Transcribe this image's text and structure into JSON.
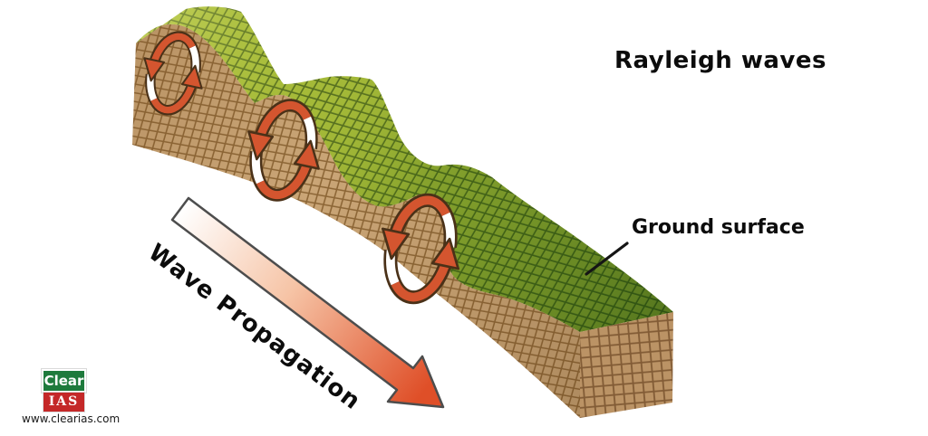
{
  "title": "Rayleigh waves",
  "annotations": {
    "ground_surface_label": "Ground surface",
    "wave_propagation_label": "Wave Propagation"
  },
  "branding": {
    "logo_top": "Clear",
    "logo_bottom": "IAS",
    "website": "www.clearias.com",
    "logo_green": "#1e7a3c",
    "logo_red": "#c42828"
  },
  "diagram": {
    "type": "3d-block-seismic-wave-diagram",
    "wave_crests_visible": 3,
    "particle_motion_markers": 3,
    "particle_motion_direction": "counterclockwise",
    "propagation_direction": "down-right",
    "colors": {
      "ground_top_bright": "#a3b838",
      "ground_top_dark": "#3f6b1e",
      "ground_grid_line": "#50691e",
      "soil_front": "#cda97a",
      "soil_grid_line": "#8e6838",
      "motion_arrow_red": "#d4552f",
      "motion_arrow_white": "#ffffff",
      "motion_arrow_outline": "#4a3118",
      "propagation_arrow_tip": "#df4f28"
    }
  }
}
